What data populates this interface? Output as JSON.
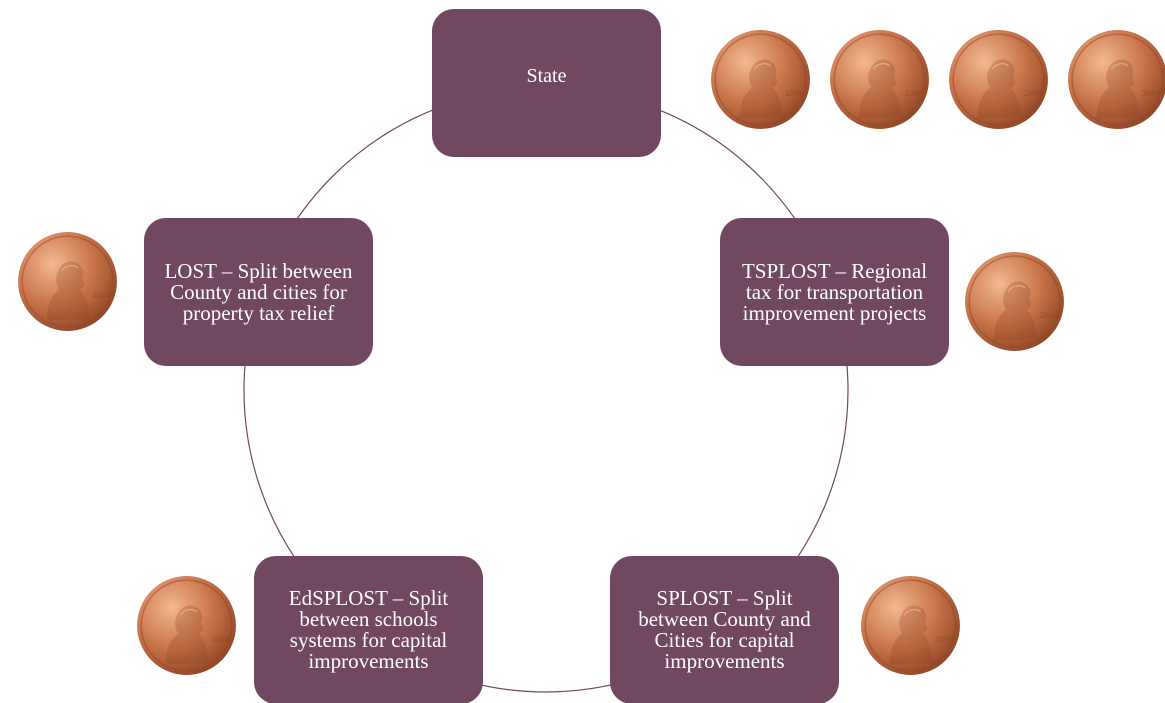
{
  "diagram": {
    "nodes": [
      {
        "id": "state",
        "label": "State"
      },
      {
        "id": "tsplost",
        "label": "TSPLOST – Regional tax for transportation improvement projects"
      },
      {
        "id": "splost",
        "label": "SPLOST – Split between County and Cities for capital improvements"
      },
      {
        "id": "edsplost",
        "label": "EdSPLOST – Split between schools systems for capital improvements"
      },
      {
        "id": "lost",
        "label": "LOST – Split between County and cities for property tax relief"
      }
    ],
    "coins": {
      "state": 4,
      "tsplost": 1,
      "splost": 1,
      "edsplost": 1,
      "lost": 1
    },
    "coin_year": "2008",
    "colors": {
      "node_fill": "#714762",
      "node_text": "#ffffff",
      "ring_stroke": "#714762",
      "coin_base": "#c9744a",
      "coin_highlight": "#f3b892",
      "coin_shadow": "#8e4424"
    },
    "icon": "penny-coin-icon"
  }
}
